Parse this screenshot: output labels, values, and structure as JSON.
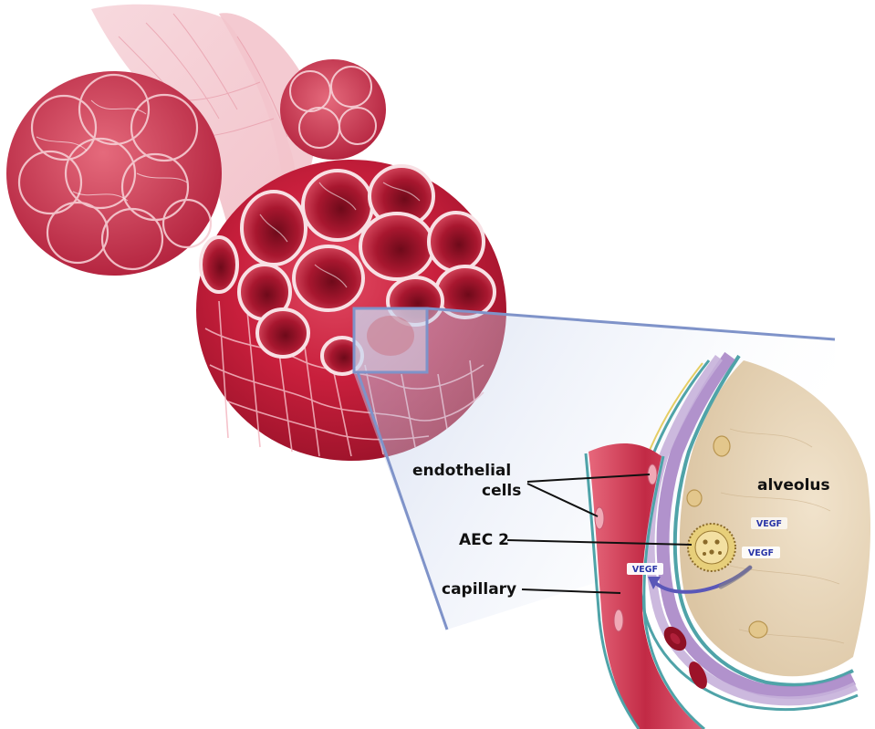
{
  "labels": {
    "endothelial_line1": "endothelial",
    "endothelial_line2": "cells",
    "aec2": "AEC 2",
    "capillary": "capillary",
    "alveolus": "alveolus",
    "vegf_1": "VEGF",
    "vegf_2": "VEGF",
    "vegf_3": "VEGF"
  },
  "colors": {
    "alveolus_red": "#c8203c",
    "zoom_frame": "#7f93c9",
    "capillary_red": "#c22a45",
    "alveolar_space": "#ead9bf",
    "membrane_purple": "#a886c6",
    "membrane_teal": "#4fa3a8",
    "vegf_text": "#2a36a8"
  }
}
